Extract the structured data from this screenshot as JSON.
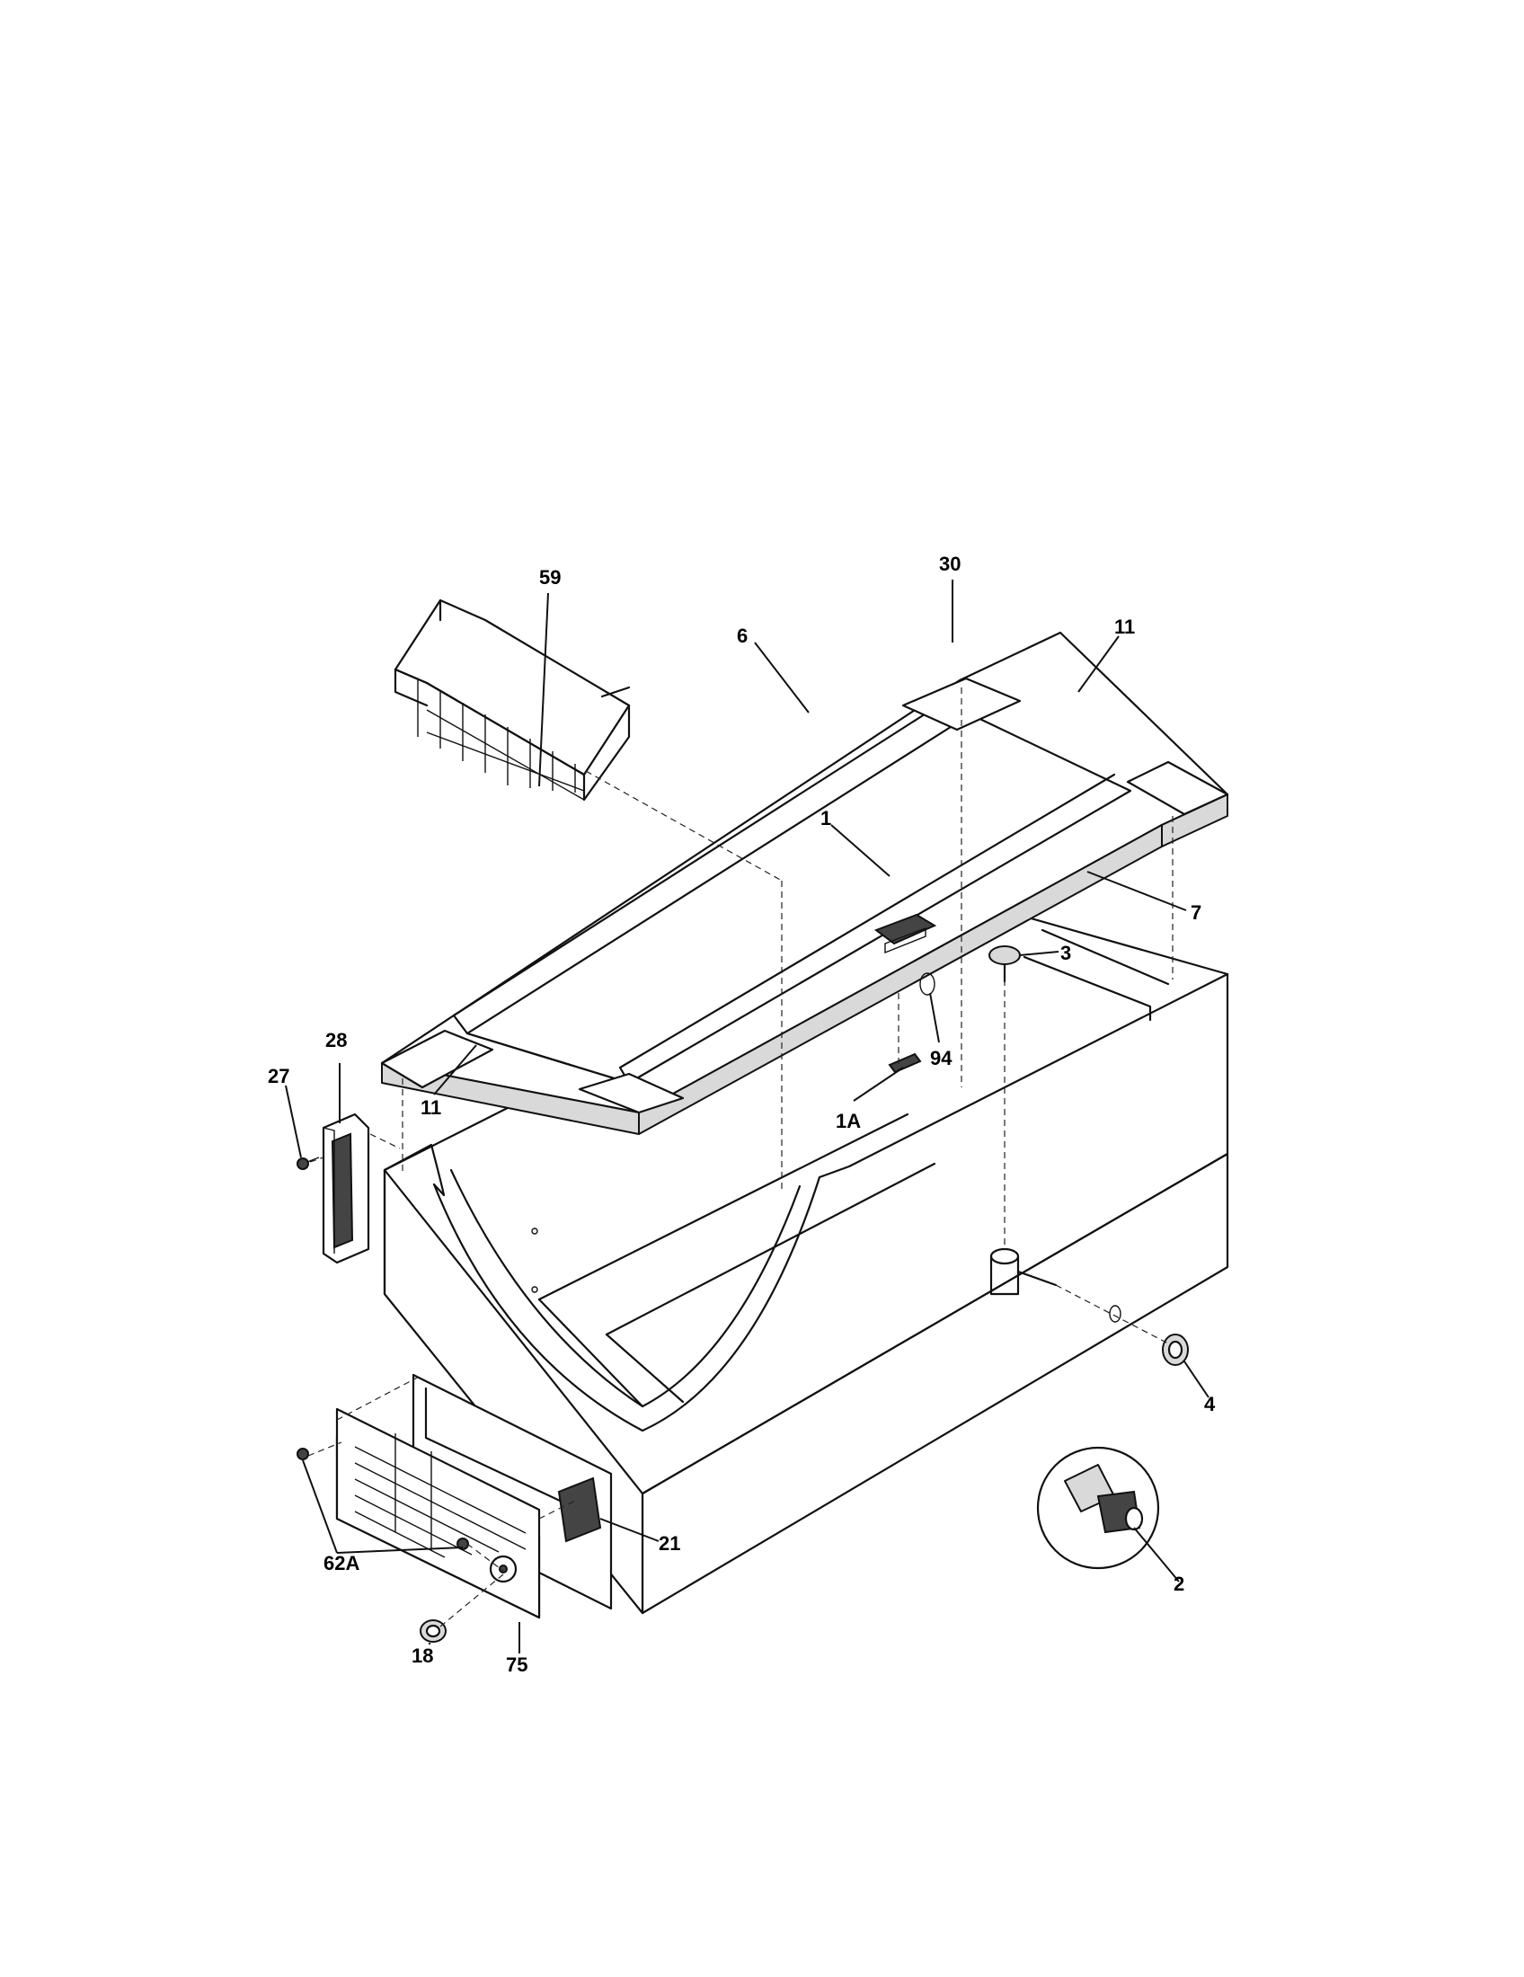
{
  "parts": [
    {
      "id": "p59",
      "label": "59"
    },
    {
      "id": "p30",
      "label": "30"
    },
    {
      "id": "p6",
      "label": "6"
    },
    {
      "id": "p11a",
      "label": "11"
    },
    {
      "id": "p1",
      "label": "1"
    },
    {
      "id": "p7",
      "label": "7"
    },
    {
      "id": "p3",
      "label": "3"
    },
    {
      "id": "p94",
      "label": "94"
    },
    {
      "id": "p1A",
      "label": "1A"
    },
    {
      "id": "p11b",
      "label": "11"
    },
    {
      "id": "p28",
      "label": "28"
    },
    {
      "id": "p27",
      "label": "27"
    },
    {
      "id": "p4",
      "label": "4"
    },
    {
      "id": "p21",
      "label": "21"
    },
    {
      "id": "p2",
      "label": "2"
    },
    {
      "id": "p62A",
      "label": "62A"
    },
    {
      "id": "p18",
      "label": "18"
    },
    {
      "id": "p75",
      "label": "75"
    }
  ]
}
